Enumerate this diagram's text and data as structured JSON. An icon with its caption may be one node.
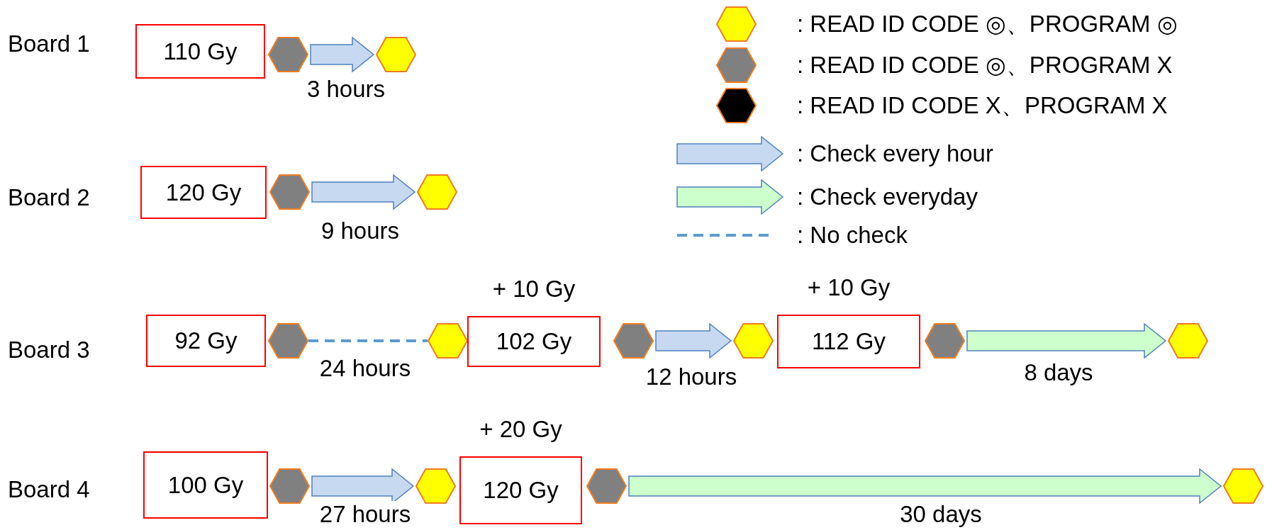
{
  "diagram": {
    "nodes": [
      {
        "text": [
          "110 Gy"
        ]
      },
      {
        "text": [],
        "shape": "hexagon"
      },
      {
        "text": [],
        "shape": "hexagon"
      },
      {
        "text": [
          "120 Gy"
        ]
      },
      {
        "text": [],
        "shape": "hexagon"
      },
      {
        "text": [],
        "shape": "hexagon"
      },
      {
        "text": [
          "92 Gy"
        ]
      },
      {
        "text": [],
        "shape": "hexagon"
      },
      {
        "text": [],
        "shape": "hexagon"
      },
      {
        "text": [
          "102 Gy"
        ],
        "beside": [
          "+ 10 Gy"
        ]
      },
      {
        "text": [],
        "shape": "hexagon"
      },
      {
        "text": [],
        "shape": "hexagon"
      },
      {
        "text": [
          "112 Gy"
        ],
        "beside": [
          "+ 10 Gy"
        ]
      },
      {
        "text": [],
        "shape": "hexagon"
      },
      {
        "text": [],
        "shape": "hexagon"
      },
      {
        "text": [
          "100 Gy"
        ]
      },
      {
        "text": [],
        "shape": "hexagon"
      },
      {
        "text": [],
        "shape": "hexagon"
      },
      {
        "text": [
          "120 Gy"
        ],
        "beside": [
          "+ 20 Gy"
        ]
      },
      {
        "text": [],
        "shape": "hexagon"
      },
      {
        "text": [],
        "shape": "hexagon"
      }
    ],
    "edges": [
      {
        "from": 1,
        "to": 2,
        "arrow": "to",
        "label": "3 hours"
      },
      {
        "from": 4,
        "to": 5,
        "arrow": "to",
        "label": "9 hours"
      },
      {
        "from": 7,
        "to": 8,
        "arrow": "none",
        "label": "24 hours",
        "style": "dashed",
        "color": "#5b9bd5"
      },
      {
        "from": 10,
        "to": 11,
        "arrow": "to",
        "label": "12 hours"
      },
      {
        "from": 13,
        "to": 14,
        "arrow": "to",
        "label": "8 days",
        "color": "#ccffcc"
      },
      {
        "from": 16,
        "to": 17,
        "arrow": "to",
        "label": "27 hours"
      },
      {
        "from": 19,
        "to": 20,
        "arrow": "to",
        "label": "30 days",
        "color": "#ccffcc"
      }
    ],
    "labels": [
      "Board 1",
      "Board 2",
      "Board 3",
      "Board 4"
    ],
    "legend": [
      {
        "text": ": READ ID CODE ◎、PROGRAM ◎",
        "color": "#ffff00"
      },
      {
        "text": ": READ ID CODE ◎、PROGRAM X",
        "color": "#808080"
      },
      {
        "text": ": READ ID CODE X、PROGRAM X",
        "color": "#000000"
      },
      {
        "text": ": Check every hour",
        "color": "#c6d9f1"
      },
      {
        "text": ": Check everyday",
        "color": "#ccffcc"
      },
      {
        "text": ": No check",
        "color": "#5b9bd5"
      }
    ]
  }
}
